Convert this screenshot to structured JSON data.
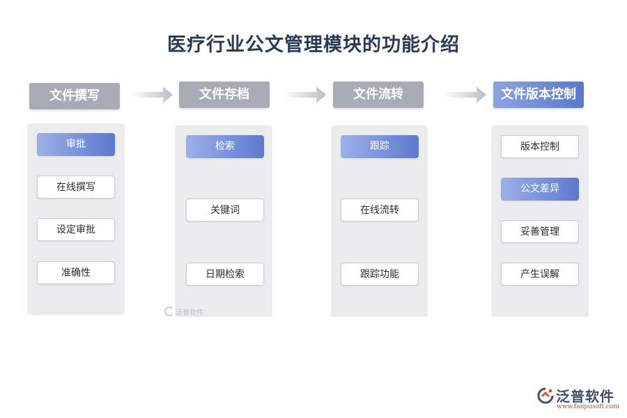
{
  "title": "医疗行业公文管理模块的功能介绍",
  "columns": [
    {
      "header": "文件撰写",
      "items": [
        "审批",
        "在线撰写",
        "设定审批",
        "准确性"
      ],
      "highlight": 0
    },
    {
      "header": "文件存档",
      "items": [
        "检索",
        "关键词",
        "日期检索"
      ],
      "highlight": 0
    },
    {
      "header": "文件流转",
      "items": [
        "跟踪",
        "在线流转",
        "跟踪功能"
      ],
      "highlight": 0
    },
    {
      "header": "文件版本控制",
      "items": [
        "版本控制",
        "公文差异",
        "妥善管理",
        "产生误解"
      ],
      "highlight": 1
    }
  ],
  "watermark": "泛普软件",
  "logo": {
    "name": "泛普软件",
    "url": "www.fanpusoft.com"
  },
  "colors": {
    "accent": "#5b78cc",
    "header_gray": "#a7acb7",
    "panel": "#ececef",
    "title": "#2b3a55"
  }
}
